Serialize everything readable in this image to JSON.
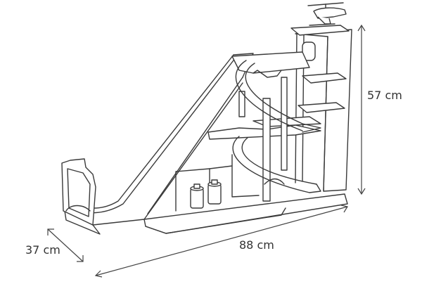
{
  "figure": {
    "subject": "wooden toy parking garage",
    "dimensions": {
      "height_label": "57 cm",
      "depth_label": "37 cm",
      "width_label": "88 cm"
    },
    "line_color": "#3a3a3a",
    "background": "#ffffff"
  }
}
